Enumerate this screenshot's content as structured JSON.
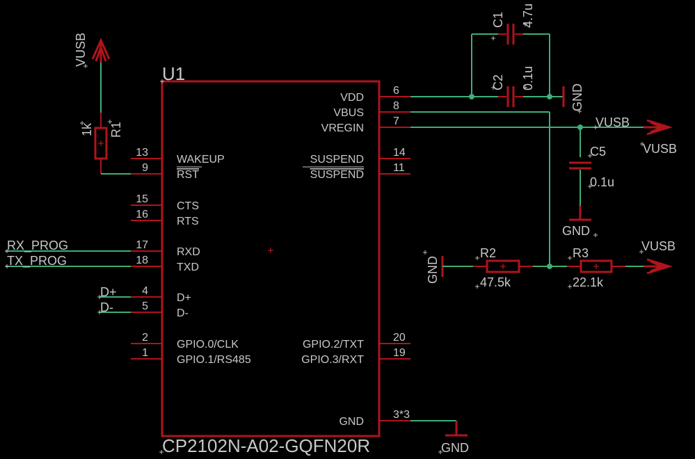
{
  "u1": {
    "ref": "U1",
    "part": "CP2102N-A02-GQFN20R",
    "left_pins": [
      {
        "num": "13",
        "name": "WAKEUP"
      },
      {
        "num": "9",
        "name": "RST"
      },
      {
        "num": "15",
        "name": "CTS"
      },
      {
        "num": "16",
        "name": "RTS"
      },
      {
        "num": "17",
        "name": "RXD"
      },
      {
        "num": "18",
        "name": "TXD"
      },
      {
        "num": "4",
        "name": "D+"
      },
      {
        "num": "5",
        "name": "D-"
      },
      {
        "num": "2",
        "name": "GPIO.0/CLK"
      },
      {
        "num": "1",
        "name": "GPIO.1/RS485"
      }
    ],
    "right_pins": [
      {
        "num": "6",
        "name": "VDD"
      },
      {
        "num": "8",
        "name": "VBUS"
      },
      {
        "num": "7",
        "name": "VREGIN"
      },
      {
        "num": "14",
        "name": "SUSPEND"
      },
      {
        "num": "11",
        "name": "SUSPEND"
      },
      {
        "num": "20",
        "name": "GPIO.2/TXT"
      },
      {
        "num": "19",
        "name": "GPIO.3/RXT"
      },
      {
        "num": "3*3",
        "name": "GND"
      }
    ]
  },
  "r1": {
    "ref": "R1",
    "value": "1k"
  },
  "r2": {
    "ref": "R2",
    "value": "47.5k"
  },
  "r3": {
    "ref": "R3",
    "value": "22.1k"
  },
  "c1": {
    "ref": "C1",
    "value": "4.7u"
  },
  "c2": {
    "ref": "C2",
    "value": "0.1u"
  },
  "c5": {
    "ref": "C5",
    "value": "0.1u"
  },
  "nets": {
    "vusb": "VUSB",
    "gnd": "GND",
    "rx_prog": "RX_PROG",
    "tx_prog": "TX_PROG",
    "dplus": "D+",
    "dminus": "D-"
  },
  "colors": {
    "background": "#000000",
    "wire": "#3fae78",
    "part": "#b0141c",
    "text": "#c8c8c8"
  }
}
